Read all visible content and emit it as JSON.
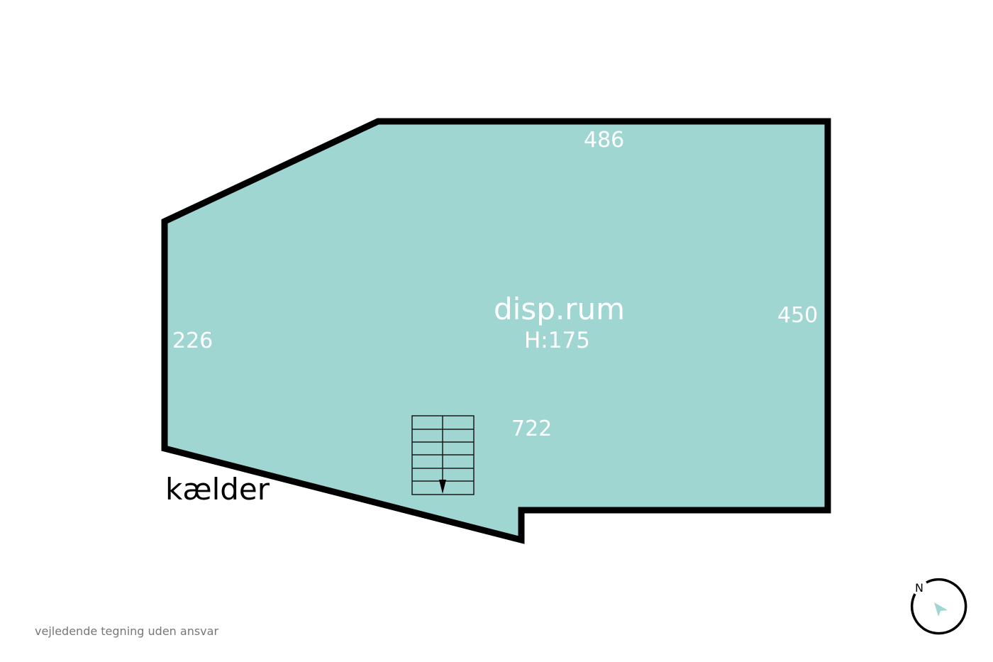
{
  "plan": {
    "floor_label": "kælder",
    "room": {
      "name": "disp.rum",
      "height": "H:175"
    },
    "dimensions": {
      "top": "486",
      "right": "450",
      "left": "226",
      "bottom": "722"
    },
    "fill_color": "#a0d6d1",
    "wall_color": "#000000"
  },
  "compass": {
    "north_label": "N",
    "arrow_color": "#a0d6d1"
  },
  "disclaimer": "vejledende tegning uden ansvar"
}
